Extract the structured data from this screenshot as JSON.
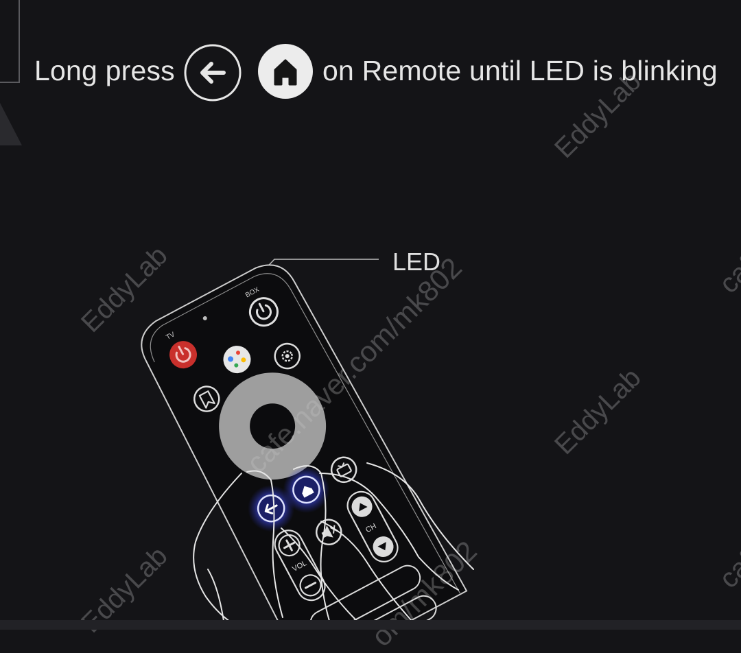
{
  "instruction": {
    "prefix": "Long press",
    "suffix": "on Remote until LED is blinking"
  },
  "callout": {
    "led_label": "LED"
  },
  "remote": {
    "tv_label": "TV",
    "box_label": "BOX",
    "vol_label": "VOL",
    "ch_label": "CH"
  },
  "watermarks": {
    "brand": "EddyLab",
    "site": "cafe.naver.com/mk802",
    "partial_site": "om/mk802",
    "partial_cafe": "cafe"
  },
  "colors": {
    "background": "#141417",
    "text": "#e6e6e6",
    "line": "#cfcfcf",
    "highlight": "#4a56ff",
    "power_red": "#c9302c",
    "dpad": "#9e9e9e"
  }
}
